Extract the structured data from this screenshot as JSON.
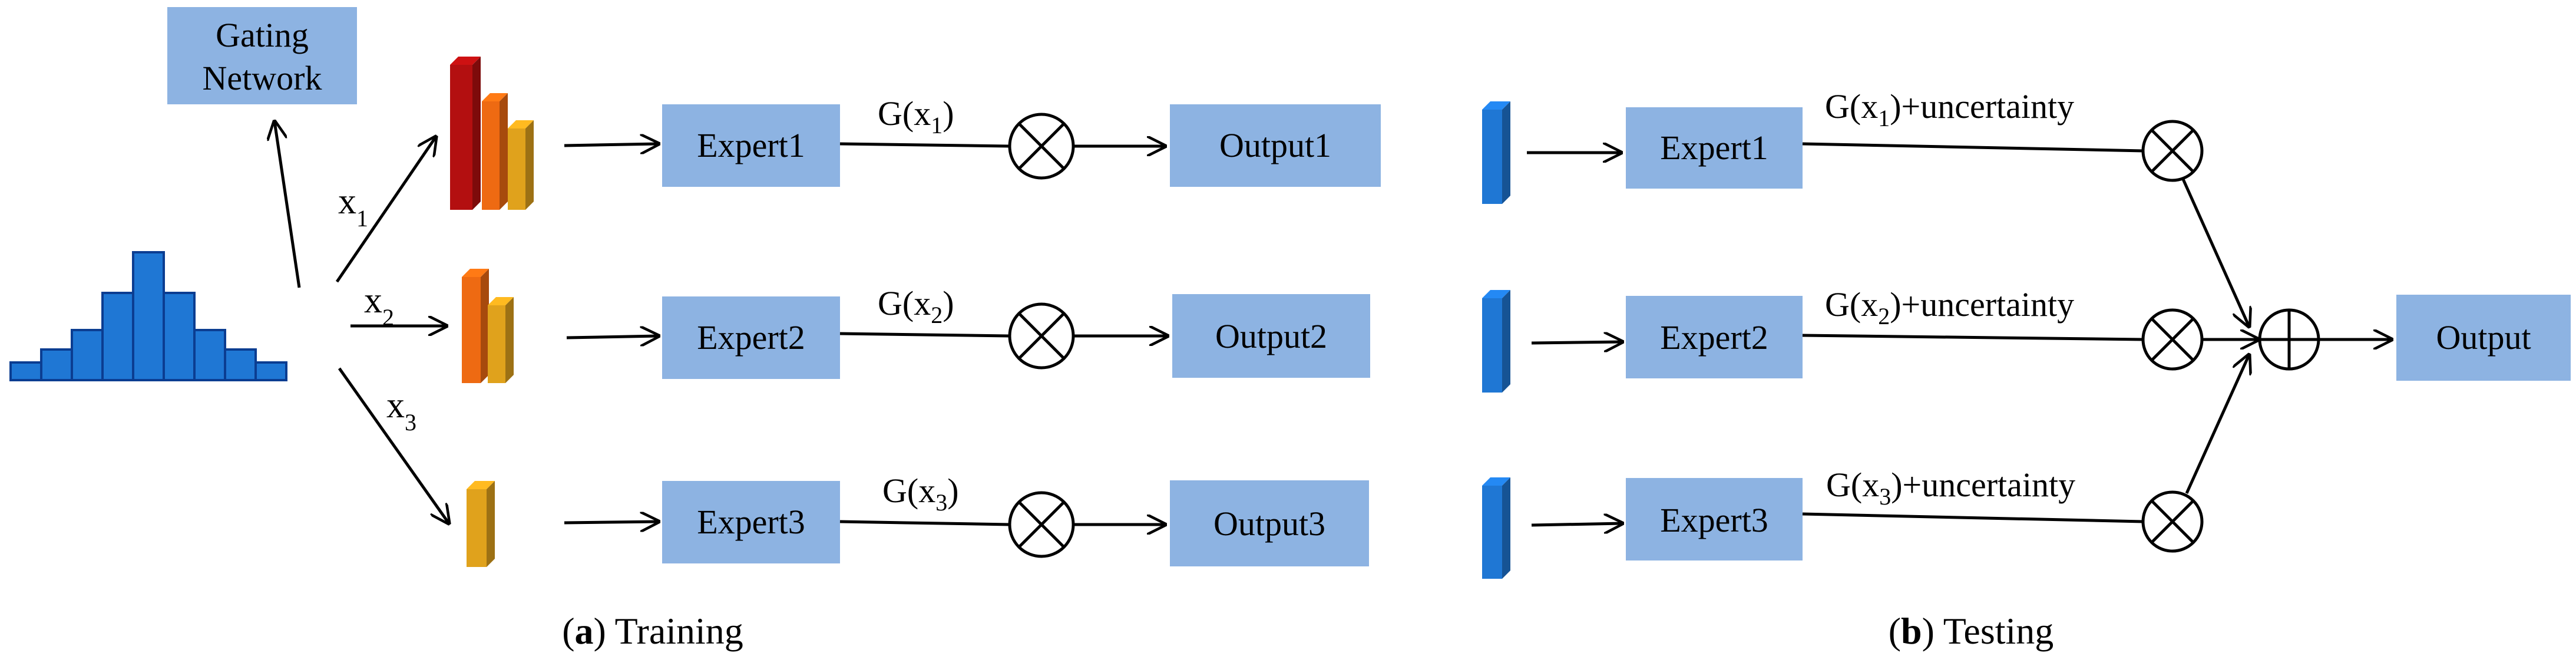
{
  "colors": {
    "box_fill": "#8db3e2",
    "hist_fill": "#1f77d4",
    "hist_stroke": "#0b3d91",
    "bar_red": "#b30f10",
    "bar_orange": "#ee6a12",
    "bar_gold": "#e0a21c",
    "line": "#000000"
  },
  "gating": {
    "line1": "Gating",
    "line2": "Network"
  },
  "inputs": [
    {
      "base": "x",
      "sub": "1"
    },
    {
      "base": "x",
      "sub": "2"
    },
    {
      "base": "x",
      "sub": "3"
    }
  ],
  "training": {
    "experts": [
      "Expert1",
      "Expert2",
      "Expert3"
    ],
    "gates": [
      {
        "pre": "G(x",
        "sub": "1",
        "post": ")"
      },
      {
        "pre": "G(x",
        "sub": "2",
        "post": ")"
      },
      {
        "pre": "G(x",
        "sub": "3",
        "post": ")"
      }
    ],
    "outputs": [
      "Output1",
      "Output2",
      "Output3"
    ],
    "caption": {
      "open": "(",
      "letter": "a",
      "close": ") Training"
    }
  },
  "testing": {
    "experts": [
      "Expert1",
      "Expert2",
      "Expert3"
    ],
    "gates": [
      {
        "pre": "G(x",
        "sub": "1",
        "post": ")+uncertainty"
      },
      {
        "pre": "G(x",
        "sub": "2",
        "post": ")+uncertainty"
      },
      {
        "pre": "G(x",
        "sub": "3",
        "post": ")+uncertainty"
      }
    ],
    "output": "Output",
    "caption": {
      "open": "(",
      "letter": "b",
      "close": ") Testing"
    }
  },
  "icons": {
    "multiply": "circled-times-icon",
    "sum": "circled-plus-icon",
    "histogram": "histogram-icon",
    "bars": "3d-bar-icon"
  }
}
